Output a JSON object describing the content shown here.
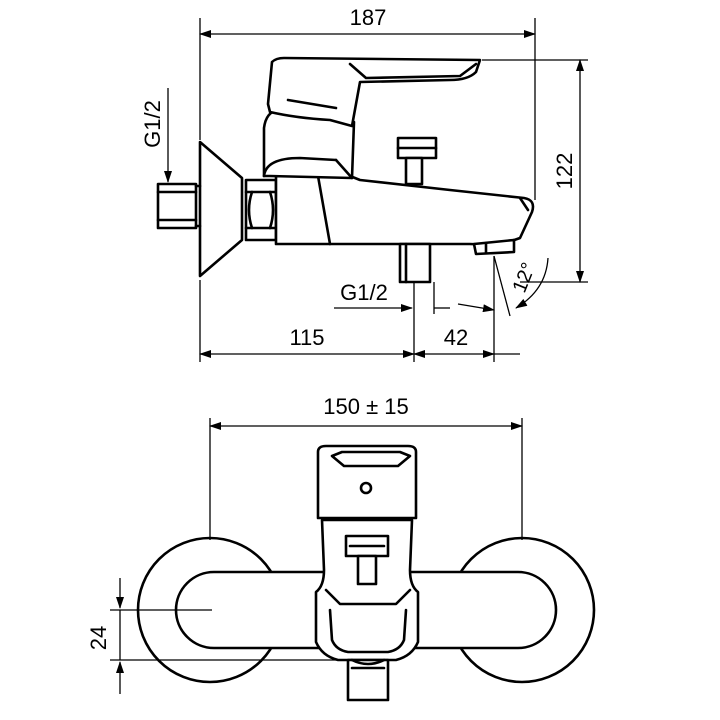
{
  "side_view": {
    "dim_overall_length": "187",
    "dim_height": "122",
    "dim_inlet_to_outlet": "115",
    "dim_outlet_to_spout": "42",
    "dim_angle": "12°",
    "thread_inlet": "G1/2",
    "thread_outlet": "G1/2"
  },
  "front_view": {
    "dim_center_distance": "150 ± 15",
    "dim_offset": "24"
  }
}
